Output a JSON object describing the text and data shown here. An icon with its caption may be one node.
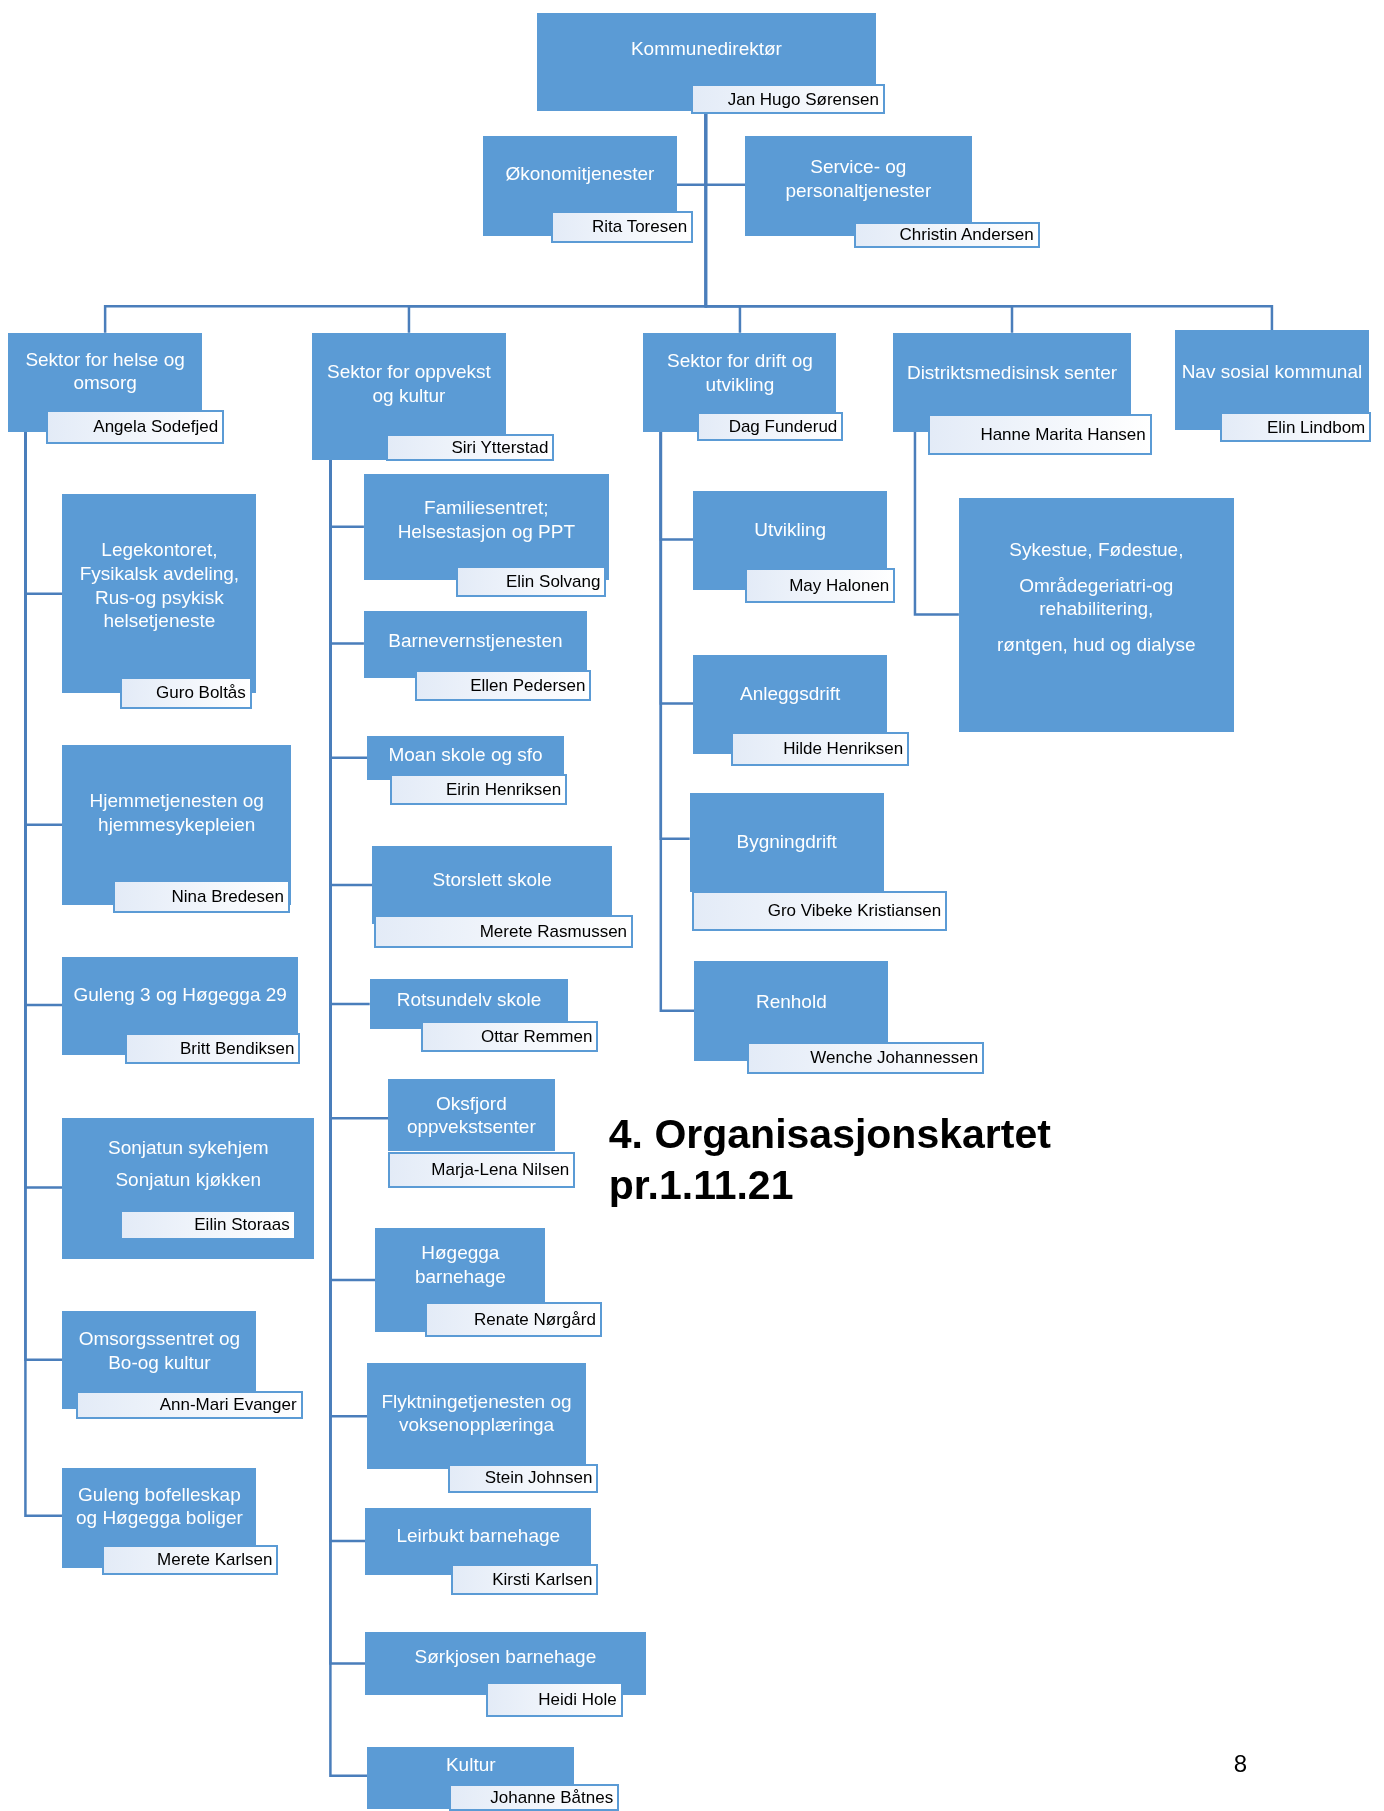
{
  "diagram": {
    "title": "4. Organisasjonskartet pr.1.11.21",
    "nodes": [
      {
        "text": [
          "Kommunedirektør",
          "Jan Hugo Sørensen"
        ]
      },
      {
        "text": [
          "Økonomitjenester",
          "Rita Toresen"
        ]
      },
      {
        "text": [
          "Service- og personaltjenester",
          "Christin Andersen"
        ]
      },
      {
        "text": [
          "Sektor for helse og omsorg",
          "Angela Sodefjed"
        ]
      },
      {
        "text": [
          "Sektor for oppvekst og kultur",
          "Siri Ytterstad"
        ]
      },
      {
        "text": [
          "Sektor for drift og utvikling",
          "Dag Funderud"
        ]
      },
      {
        "text": [
          "Distriktsmedisinsk senter",
          "Hanne Marita Hansen"
        ]
      },
      {
        "text": [
          "Nav sosial kommunal",
          "Elin Lindbom"
        ]
      },
      {
        "text": [
          "Legekontoret, Fysikalsk avdeling, Rus-og psykisk helsetjeneste",
          "Guro Boltås"
        ]
      },
      {
        "text": [
          "Hjemmetjenesten og hjemmesykepleien",
          "Nina Bredesen"
        ]
      },
      {
        "text": [
          "Guleng 3 og Høgegga 29",
          "Britt Bendiksen"
        ]
      },
      {
        "text": [
          "Sonjatun sykehjem",
          "Sonjatun kjøkken",
          "Eilin Storaas"
        ]
      },
      {
        "text": [
          "Omsorgssentret og Bo-og kultur",
          "Ann-Mari Evanger"
        ]
      },
      {
        "text": [
          "Guleng bofelleskap og Høgegga boliger",
          "Merete Karlsen"
        ]
      },
      {
        "text": [
          "Familiesentret; Helsestasjon og PPT",
          "Elin Solvang"
        ]
      },
      {
        "text": [
          "Barnevernstjenesten",
          "Ellen Pedersen"
        ]
      },
      {
        "text": [
          "Moan skole og sfo",
          "Eirin Henriksen"
        ]
      },
      {
        "text": [
          "Storslett skole",
          "Merete Rasmussen"
        ]
      },
      {
        "text": [
          "Rotsundelv skole",
          "Ottar Remmen"
        ]
      },
      {
        "text": [
          "Oksfjord oppvekstsenter",
          "Marja-Lena Nilsen"
        ]
      },
      {
        "text": [
          "Høgegga barnehage",
          "Renate Nørgård"
        ]
      },
      {
        "text": [
          "Flyktningetjenesten og voksenopplæringa",
          "Stein Johnsen"
        ]
      },
      {
        "text": [
          "Leirbukt barnehage",
          "Kirsti Karlsen"
        ]
      },
      {
        "text": [
          "Sørkjosen barnehage",
          "Heidi Hole"
        ]
      },
      {
        "text": [
          "Kultur",
          "Johanne Båtnes"
        ]
      },
      {
        "text": [
          "Utvikling",
          "May Halonen"
        ]
      },
      {
        "text": [
          "Anleggsdrift",
          "Hilde Henriksen"
        ]
      },
      {
        "text": [
          "Bygningdrift",
          "Gro Vibeke Kristiansen"
        ]
      },
      {
        "text": [
          "Renhold",
          "Wenche Johannessen"
        ]
      },
      {
        "text": [
          "Sykestue, Fødestue,",
          "Områdegeriatri-og rehabilitering,",
          "røntgen, hud og dialyse"
        ]
      }
    ],
    "edges": [
      {
        "from": 0,
        "to": 1,
        "arrow": "none"
      },
      {
        "from": 0,
        "to": 2,
        "arrow": "none"
      },
      {
        "from": 0,
        "to": 3,
        "arrow": "none"
      },
      {
        "from": 0,
        "to": 4,
        "arrow": "none"
      },
      {
        "from": 0,
        "to": 5,
        "arrow": "none"
      },
      {
        "from": 0,
        "to": 6,
        "arrow": "none"
      },
      {
        "from": 0,
        "to": 7,
        "arrow": "none"
      },
      {
        "from": 3,
        "to": 8,
        "arrow": "none"
      },
      {
        "from": 3,
        "to": 9,
        "arrow": "none"
      },
      {
        "from": 3,
        "to": 10,
        "arrow": "none"
      },
      {
        "from": 3,
        "to": 11,
        "arrow": "none"
      },
      {
        "from": 3,
        "to": 12,
        "arrow": "none"
      },
      {
        "from": 3,
        "to": 13,
        "arrow": "none"
      },
      {
        "from": 4,
        "to": 14,
        "arrow": "none"
      },
      {
        "from": 4,
        "to": 15,
        "arrow": "none"
      },
      {
        "from": 4,
        "to": 16,
        "arrow": "none"
      },
      {
        "from": 4,
        "to": 17,
        "arrow": "none"
      },
      {
        "from": 4,
        "to": 18,
        "arrow": "none"
      },
      {
        "from": 4,
        "to": 19,
        "arrow": "none"
      },
      {
        "from": 4,
        "to": 20,
        "arrow": "none"
      },
      {
        "from": 4,
        "to": 21,
        "arrow": "none"
      },
      {
        "from": 4,
        "to": 22,
        "arrow": "none"
      },
      {
        "from": 4,
        "to": 23,
        "arrow": "none"
      },
      {
        "from": 4,
        "to": 24,
        "arrow": "none"
      },
      {
        "from": 5,
        "to": 25,
        "arrow": "none"
      },
      {
        "from": 5,
        "to": 26,
        "arrow": "none"
      },
      {
        "from": 5,
        "to": 27,
        "arrow": "none"
      },
      {
        "from": 5,
        "to": 28,
        "arrow": "none"
      },
      {
        "from": 6,
        "to": 29,
        "arrow": "none"
      }
    ],
    "labels": [
      "8"
    ]
  }
}
